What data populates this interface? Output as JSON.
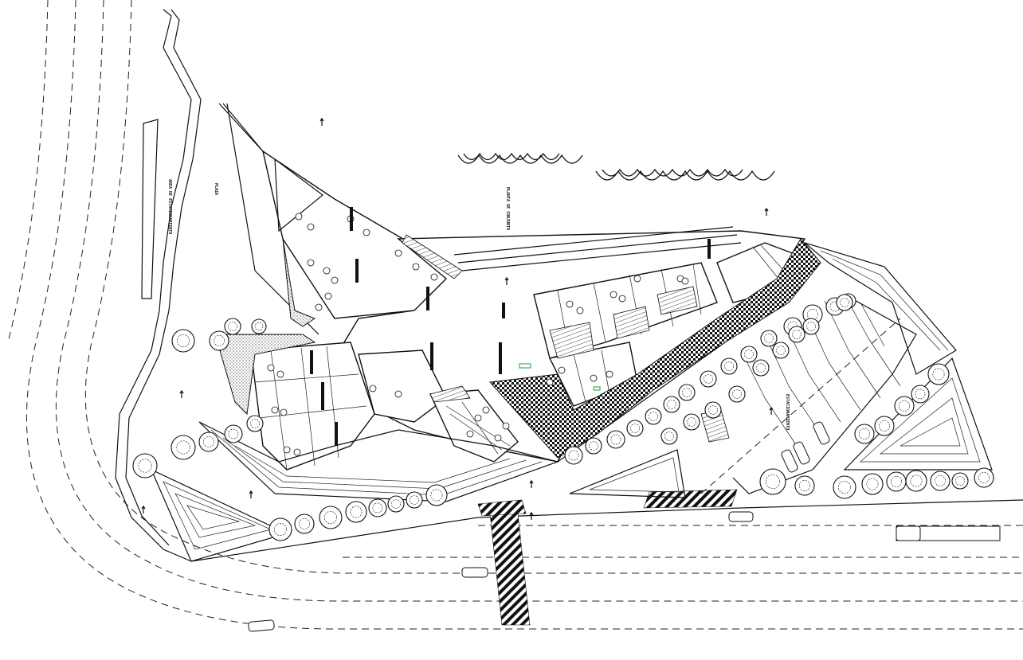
{
  "drawing": {
    "type": "architectural site plan",
    "labels": {
      "left_label_a": "PLAZA",
      "left_label_b": "AREA DE ESTACIONAMIENTO",
      "top_label": "PLANTA DE CONJUNTO",
      "right_label": "ESTACIONAMIENTO"
    },
    "colors": {
      "line": "#111111",
      "background": "#ffffff",
      "hatch": "#111111",
      "accent": "#39b54a"
    }
  }
}
